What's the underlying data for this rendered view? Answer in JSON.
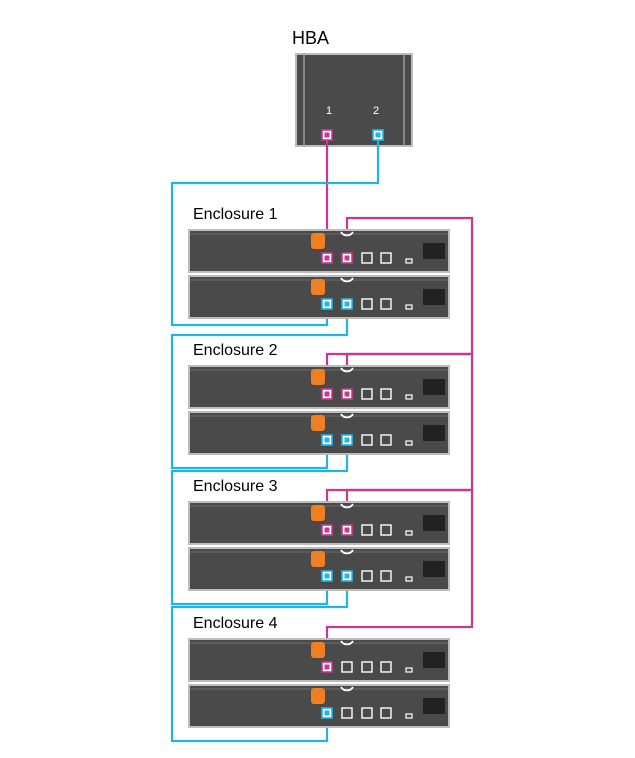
{
  "hba": {
    "title": "HBA",
    "ports": [
      {
        "label": "1",
        "cable": "magenta"
      },
      {
        "label": "2",
        "cable": "cyan"
      }
    ]
  },
  "enclosures": [
    {
      "label": "Enclosure 1",
      "modules": [
        {
          "in_port": "magenta",
          "out_port": "magenta"
        },
        {
          "in_port": "cyan",
          "out_port": "cyan"
        }
      ]
    },
    {
      "label": "Enclosure 2",
      "modules": [
        {
          "in_port": "magenta",
          "out_port": "magenta"
        },
        {
          "in_port": "cyan",
          "out_port": "cyan"
        }
      ]
    },
    {
      "label": "Enclosure 3",
      "modules": [
        {
          "in_port": "magenta",
          "out_port": "magenta"
        },
        {
          "in_port": "cyan",
          "out_port": "cyan"
        }
      ]
    },
    {
      "label": "Enclosure 4",
      "modules": [
        {
          "in_port": "magenta",
          "out_port": "empty"
        },
        {
          "in_port": "cyan",
          "out_port": "empty"
        }
      ]
    }
  ],
  "colors": {
    "magenta": "#c8388f",
    "cyan": "#22b5e3",
    "chassis": "#4a4a4a",
    "chassis_border": "#bdbdbd",
    "orange": "#f07f22"
  }
}
